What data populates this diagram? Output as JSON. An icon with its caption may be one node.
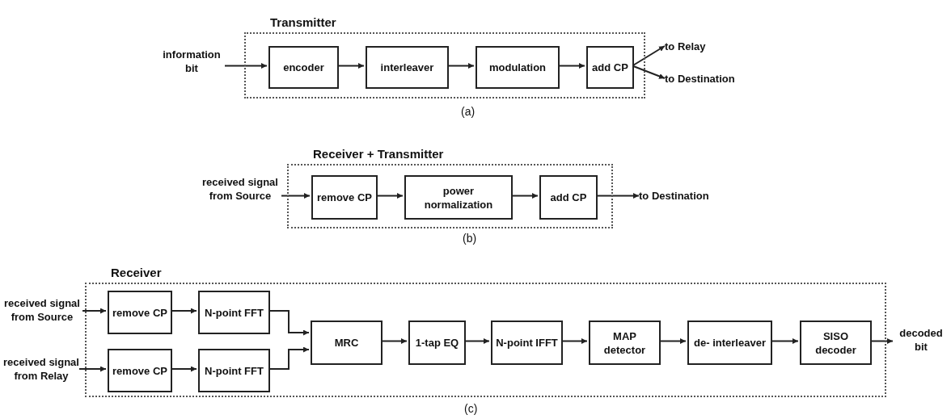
{
  "diagram": {
    "nodes": [
      {
        "text": [
          "Transmitter"
        ]
      },
      {
        "text": [
          "information bit"
        ]
      },
      {
        "text": [
          "encoder"
        ],
        "in": 0
      },
      {
        "text": [
          "interleaver"
        ],
        "in": 0
      },
      {
        "text": [
          "modulation"
        ],
        "in": 0
      },
      {
        "text": [
          "add CP"
        ],
        "in": 0
      },
      {
        "text": [
          "to Relay"
        ]
      },
      {
        "text": [
          "to Destination"
        ]
      },
      {
        "text": [
          "Receiver + Transmitter"
        ]
      },
      {
        "text": [
          "received signal from Source"
        ]
      },
      {
        "text": [
          "remove CP"
        ],
        "in": 8
      },
      {
        "text": [
          "power normalization"
        ],
        "in": 8
      },
      {
        "text": [
          "add CP"
        ],
        "in": 8
      },
      {
        "text": [
          "to Destination"
        ]
      },
      {
        "text": [
          "Receiver"
        ]
      },
      {
        "text": [
          "received signal from Source"
        ]
      },
      {
        "text": [
          "received signal from Relay"
        ]
      },
      {
        "text": [
          "remove CP"
        ],
        "in": 14
      },
      {
        "text": [
          "N-point FFT"
        ],
        "in": 14
      },
      {
        "text": [
          "remove CP"
        ],
        "in": 14
      },
      {
        "text": [
          "N-point FFT"
        ],
        "in": 14
      },
      {
        "text": [
          "MRC"
        ],
        "in": 14
      },
      {
        "text": [
          "1-tap EQ"
        ],
        "in": 14
      },
      {
        "text": [
          "N-point IFFT"
        ],
        "in": 14
      },
      {
        "text": [
          "MAP detector"
        ],
        "in": 14
      },
      {
        "text": [
          "de- interleaver"
        ],
        "in": 14
      },
      {
        "text": [
          "SISO decoder"
        ],
        "in": 14
      },
      {
        "text": [
          "decoded bit"
        ]
      }
    ],
    "edges": [
      {
        "from": 1,
        "to": 2,
        "arrow": "to"
      },
      {
        "from": 2,
        "to": 3,
        "arrow": "to"
      },
      {
        "from": 3,
        "to": 4,
        "arrow": "to"
      },
      {
        "from": 4,
        "to": 5,
        "arrow": "to"
      },
      {
        "from": 5,
        "to": 6,
        "arrow": "to"
      },
      {
        "from": 5,
        "to": 7,
        "arrow": "to"
      },
      {
        "from": 9,
        "to": 10,
        "arrow": "to"
      },
      {
        "from": 10,
        "to": 11,
        "arrow": "to"
      },
      {
        "from": 11,
        "to": 12,
        "arrow": "to"
      },
      {
        "from": 12,
        "to": 13,
        "arrow": "to"
      },
      {
        "from": 15,
        "to": 17,
        "arrow": "to"
      },
      {
        "from": 16,
        "to": 19,
        "arrow": "to"
      },
      {
        "from": 17,
        "to": 18,
        "arrow": "to"
      },
      {
        "from": 19,
        "to": 20,
        "arrow": "to"
      },
      {
        "from": 18,
        "to": 21,
        "arrow": "to"
      },
      {
        "from": 20,
        "to": 21,
        "arrow": "to"
      },
      {
        "from": 21,
        "to": 22,
        "arrow": "to"
      },
      {
        "from": 22,
        "to": 23,
        "arrow": "to"
      },
      {
        "from": 23,
        "to": 24,
        "arrow": "to"
      },
      {
        "from": 24,
        "to": 25,
        "arrow": "to"
      },
      {
        "from": 25,
        "to": 26,
        "arrow": "to"
      },
      {
        "from": 26,
        "to": 27,
        "arrow": "to"
      }
    ],
    "labels": [
      "(a)",
      "(b)",
      "(c)"
    ]
  }
}
